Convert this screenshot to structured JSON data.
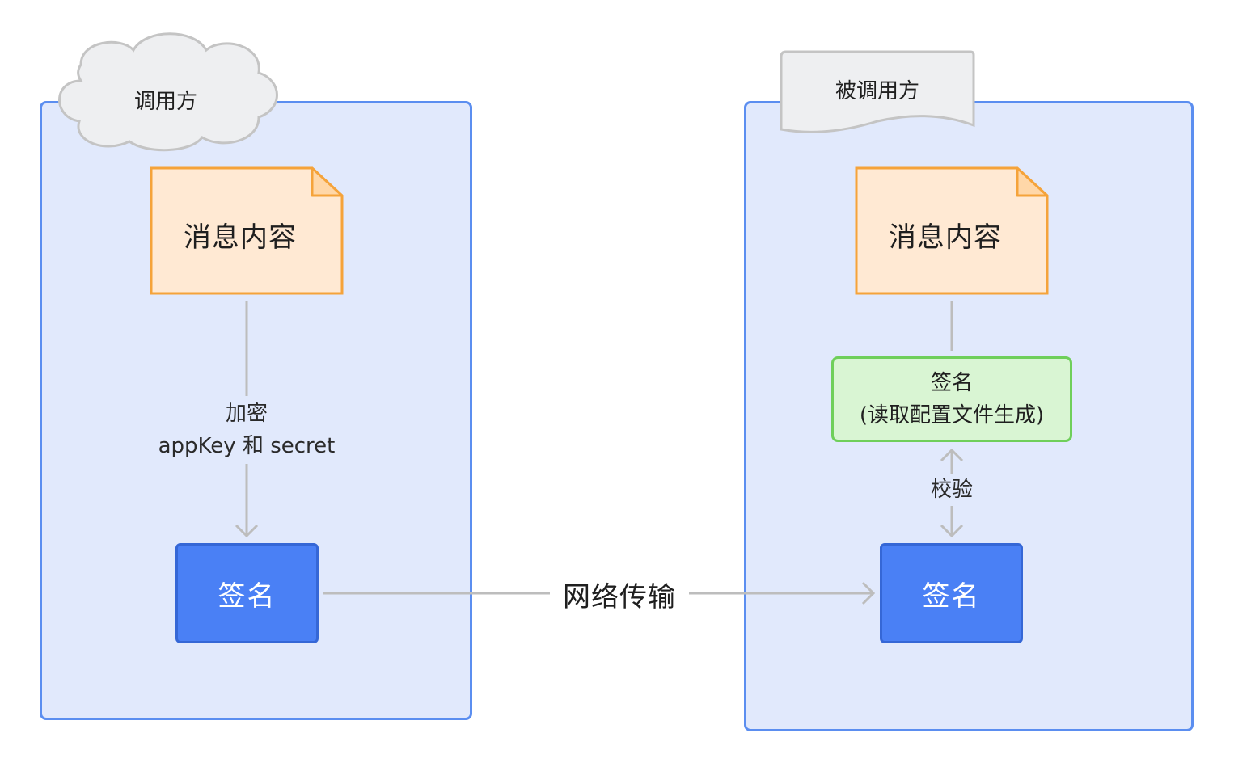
{
  "caller": {
    "title": "调用方",
    "message_doc": "消息内容",
    "encrypt_label_line1": "加密",
    "encrypt_label_line2": "appKey 和 secret",
    "signature": "签名"
  },
  "callee": {
    "title": "被调用方",
    "message_doc": "消息内容",
    "generated_sign_line1": "签名",
    "generated_sign_line2": "(读取配置文件生成)",
    "verify_label": "校验",
    "signature": "签名"
  },
  "transfer_label": "网络传输",
  "colors": {
    "container_fill": "#e1e9fc",
    "container_border": "#5b8ef0",
    "doc_fill": "#ffe9d3",
    "doc_border": "#f5a33a",
    "sign_fill": "#4a80f5",
    "green_fill": "#d9f5d3",
    "green_border": "#6fcf5a",
    "connector": "#bdbdbd",
    "shape_fill": "#eeeff1",
    "shape_border": "#c4c4c4"
  }
}
